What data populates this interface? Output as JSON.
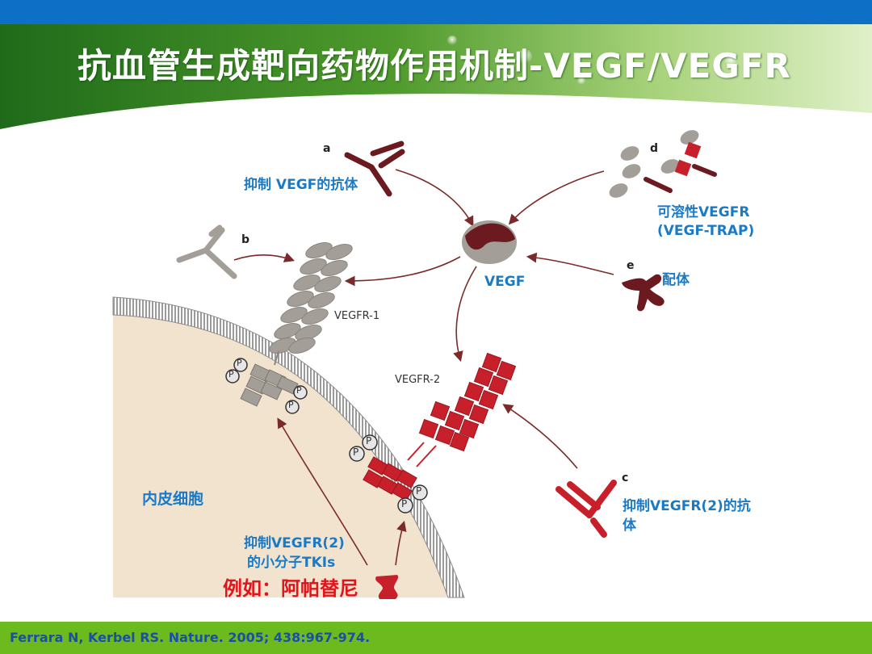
{
  "title": "抗血管生成靶向药物作用机制-VEGF/VEGFR",
  "panels": {
    "a": {
      "letter": "a",
      "label": "抑制 VEGF的抗体"
    },
    "b": {
      "letter": "b"
    },
    "c": {
      "letter": "c",
      "label_line1": "抑制VEGFR(2)的抗",
      "label_line2": "体"
    },
    "d": {
      "letter": "d",
      "label_line1": "可溶性VEGFR",
      "label_line2": "(VEGF-TRAP)"
    },
    "e": {
      "letter": "e",
      "label": "配体"
    }
  },
  "labels": {
    "vegf": "VEGF",
    "vegfr1": "VEGFR-1",
    "vegfr2": "VEGFR-2",
    "endothelial_cell": "内皮细胞",
    "tki_line1": "抑制VEGFR(2)",
    "tki_line2": "的小分子TKIs",
    "example": "例如：阿帕替尼",
    "phospho": "P"
  },
  "citation": "Ferrara N, Kerbel RS. Nature. 2005; 438:967-974.",
  "colors": {
    "top_bar": "#0e6fc6",
    "footer": "#6cba1d",
    "label_blue": "#1a7ac6",
    "highlight_red": "#e2141b",
    "receptor_red": "#c8202b",
    "antibody_dark_red": "#6b1a20",
    "receptor_grey": "#a39e98",
    "cell_fill": "#f2e3cf"
  }
}
